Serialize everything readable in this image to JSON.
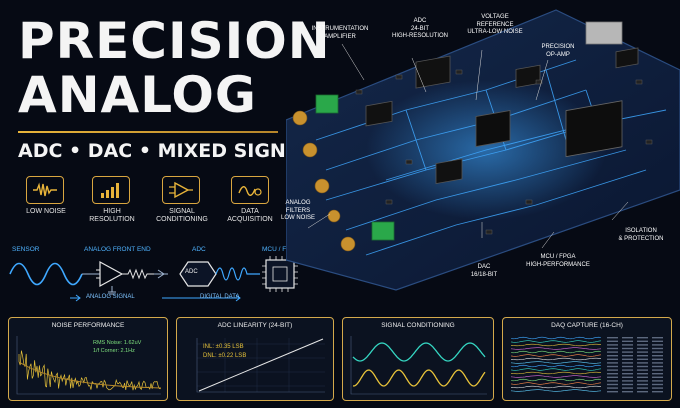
{
  "hero": {
    "title_line1": "PRECISION",
    "title_line2": "ANALOG",
    "subtitle": "ADC • DAC • MIXED SIGNAL • DAQ"
  },
  "features": [
    {
      "icon": "waveform-icon",
      "label": "LOW NOISE"
    },
    {
      "icon": "bar-chart-icon",
      "label": "HIGH\nRESOLUTION"
    },
    {
      "icon": "amplifier-icon",
      "label": "SIGNAL\nCONDITIONING"
    },
    {
      "icon": "data-acquisition-icon",
      "label": "DATA\nACQUISITION"
    }
  ],
  "signal_chain": {
    "sensor": "SENSOR",
    "afe": "ANALOG FRONT END",
    "adc_label": "ADC",
    "adc_box": "ADC",
    "mcu": "MCU / FPGA",
    "analog_signal": "ANALOG SIGNAL",
    "digital_data": "DIGITAL DATA"
  },
  "callouts": {
    "inst_amp": {
      "title": "INSTRUMENTATION\nAMPLIFIER"
    },
    "adc": {
      "title": "ADC",
      "sub": "24-BIT\nHIGH-RESOLUTION"
    },
    "vref": {
      "title": "VOLTAGE\nREFERENCE",
      "sub": "ULTRA-LOW NOISE"
    },
    "opamp": {
      "title": "PRECISION\nOP-AMP"
    },
    "filters": {
      "title": "ANALOG\nFILTERS",
      "sub": "LOW NOISE"
    },
    "dac": {
      "title": "DAC",
      "sub": "16/18-BIT"
    },
    "mcu": {
      "title": "MCU / FPGA",
      "sub": "HIGH-PERFORMANCE"
    },
    "isolation": {
      "title": "ISOLATION\n& PROTECTION"
    }
  },
  "panels": {
    "noise": {
      "title": "NOISE PERFORMANCE",
      "rms": "RMS Noise: 1.62uV",
      "corner": "1/f Corner: 2.1Hz"
    },
    "linearity": {
      "title": "ADC LINEARITY (24-BIT)",
      "inl": "INL: ±0.35 LSB",
      "dnl": "DNL: ±0.22 LSB"
    },
    "conditioning": {
      "title": "SIGNAL CONDITIONING"
    },
    "daq": {
      "title": "DAQ CAPTURE (16-CH)"
    }
  },
  "colors": {
    "accent": "#e8b43a",
    "trace_blue": "#3fa8ff",
    "trace_teal": "#35d6c2",
    "trace_yellow": "#e8c33a"
  }
}
